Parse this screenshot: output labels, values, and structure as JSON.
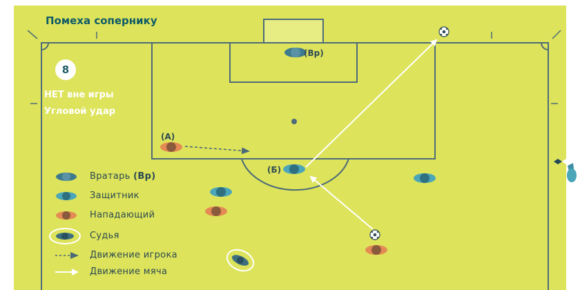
{
  "title": "Помеха сопернику",
  "scenario_number": "8",
  "notes": [
    "НЕТ вне игры",
    "Угловой удар"
  ],
  "labels": {
    "goalkeeper": "(Вр)",
    "attacker": "(А)",
    "defender": "(Б)"
  },
  "legend": [
    {
      "text": "Вратарь",
      "suffix": "(Вр)",
      "icon": "goalkeeper-icon"
    },
    {
      "text": "Защитник",
      "icon": "defender-icon"
    },
    {
      "text": "Нападающий",
      "icon": "attacker-icon"
    },
    {
      "text": "Судья",
      "icon": "referee-icon"
    },
    {
      "text": "Движение игрока",
      "icon": "dashed-arrow-icon"
    },
    {
      "text": "Движение мяча",
      "icon": "solid-arrow-icon"
    }
  ],
  "colors": {
    "pitch": "#dde35a",
    "pitch_line": "#4d6b7a",
    "goalkeeper": "#4f8a9e",
    "defender": "#4aa6b8",
    "attacker": "#c77a52",
    "title": "#0f5a68"
  }
}
